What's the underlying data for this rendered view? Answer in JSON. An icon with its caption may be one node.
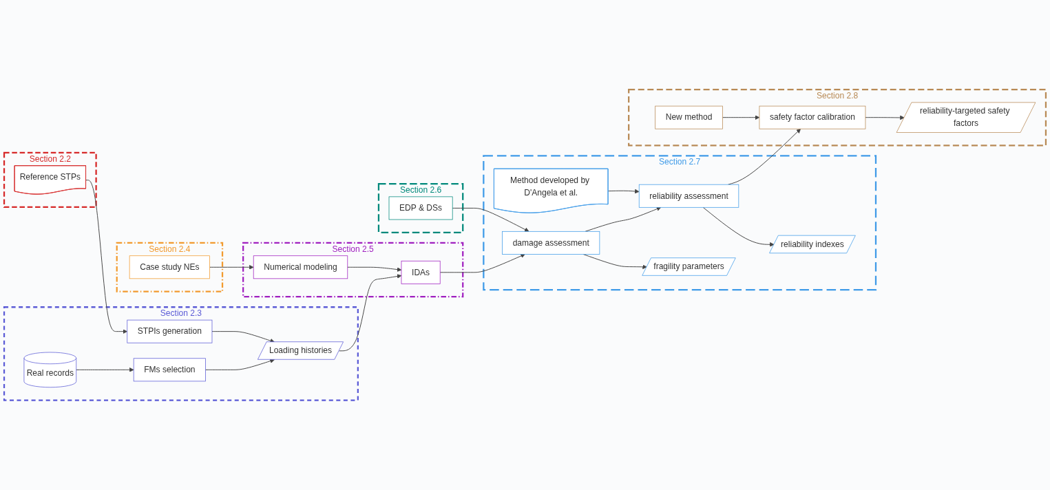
{
  "diagram": {
    "nodes": [
      {
        "text": [
          "Section 2.2"
        ]
      },
      {
        "text": [
          "Reference STPs"
        ],
        "in": 0
      },
      {
        "text": [
          "Section 2.3"
        ]
      },
      {
        "text": [
          "STPIs generation"
        ],
        "in": 2
      },
      {
        "text": [
          "Real records"
        ],
        "in": 2
      },
      {
        "text": [
          "FMs selection"
        ],
        "in": 2
      },
      {
        "text": [
          "Loading histories"
        ],
        "in": 2
      },
      {
        "text": [
          "Section 2.4"
        ]
      },
      {
        "text": [
          "Case study NEs"
        ],
        "in": 7
      },
      {
        "text": [
          "Section 2.6"
        ]
      },
      {
        "text": [
          "EDP & DSs"
        ],
        "in": 9
      },
      {
        "text": [
          "Section 2.5"
        ]
      },
      {
        "text": [
          "Numerical modeling"
        ],
        "in": 11
      },
      {
        "text": [
          "IDAs"
        ],
        "in": 11
      },
      {
        "text": [
          "Section 2.7"
        ]
      },
      {
        "text": [
          "Method developed by D'Angela et al."
        ],
        "in": 14
      },
      {
        "text": [
          "damage assessment"
        ],
        "in": 14
      },
      {
        "text": [
          "reliability assessment"
        ],
        "in": 14
      },
      {
        "text": [
          "fragility parameters"
        ],
        "in": 14
      },
      {
        "text": [
          "reliability indexes"
        ],
        "in": 14
      },
      {
        "text": [
          "Section 2.8"
        ]
      },
      {
        "text": [
          "New method"
        ],
        "in": 20
      },
      {
        "text": [
          "safety factor calibration"
        ],
        "in": 20
      },
      {
        "text": [
          "reliability-targeted safety factors"
        ],
        "in": 20
      }
    ],
    "edges": [
      {
        "from": 1,
        "to": 3,
        "arrow": "to"
      },
      {
        "from": 4,
        "to": 5,
        "arrow": "to"
      },
      {
        "from": 3,
        "to": 6,
        "arrow": "to"
      },
      {
        "from": 5,
        "to": 6,
        "arrow": "to"
      },
      {
        "from": 8,
        "to": 12,
        "arrow": "to"
      },
      {
        "from": 12,
        "to": 13,
        "arrow": "to"
      },
      {
        "from": 6,
        "to": 13,
        "arrow": "to"
      },
      {
        "from": 10,
        "to": 16,
        "arrow": "to"
      },
      {
        "from": 13,
        "to": 16,
        "arrow": "to"
      },
      {
        "from": 15,
        "to": 17,
        "arrow": "to"
      },
      {
        "from": 16,
        "to": 17,
        "arrow": "to"
      },
      {
        "from": 16,
        "to": 18,
        "arrow": "to"
      },
      {
        "from": 17,
        "to": 19,
        "arrow": "to"
      },
      {
        "from": 21,
        "to": 22,
        "arrow": "to"
      },
      {
        "from": 17,
        "to": 22,
        "arrow": "to"
      },
      {
        "from": 22,
        "to": 23,
        "arrow": "to"
      }
    ]
  }
}
